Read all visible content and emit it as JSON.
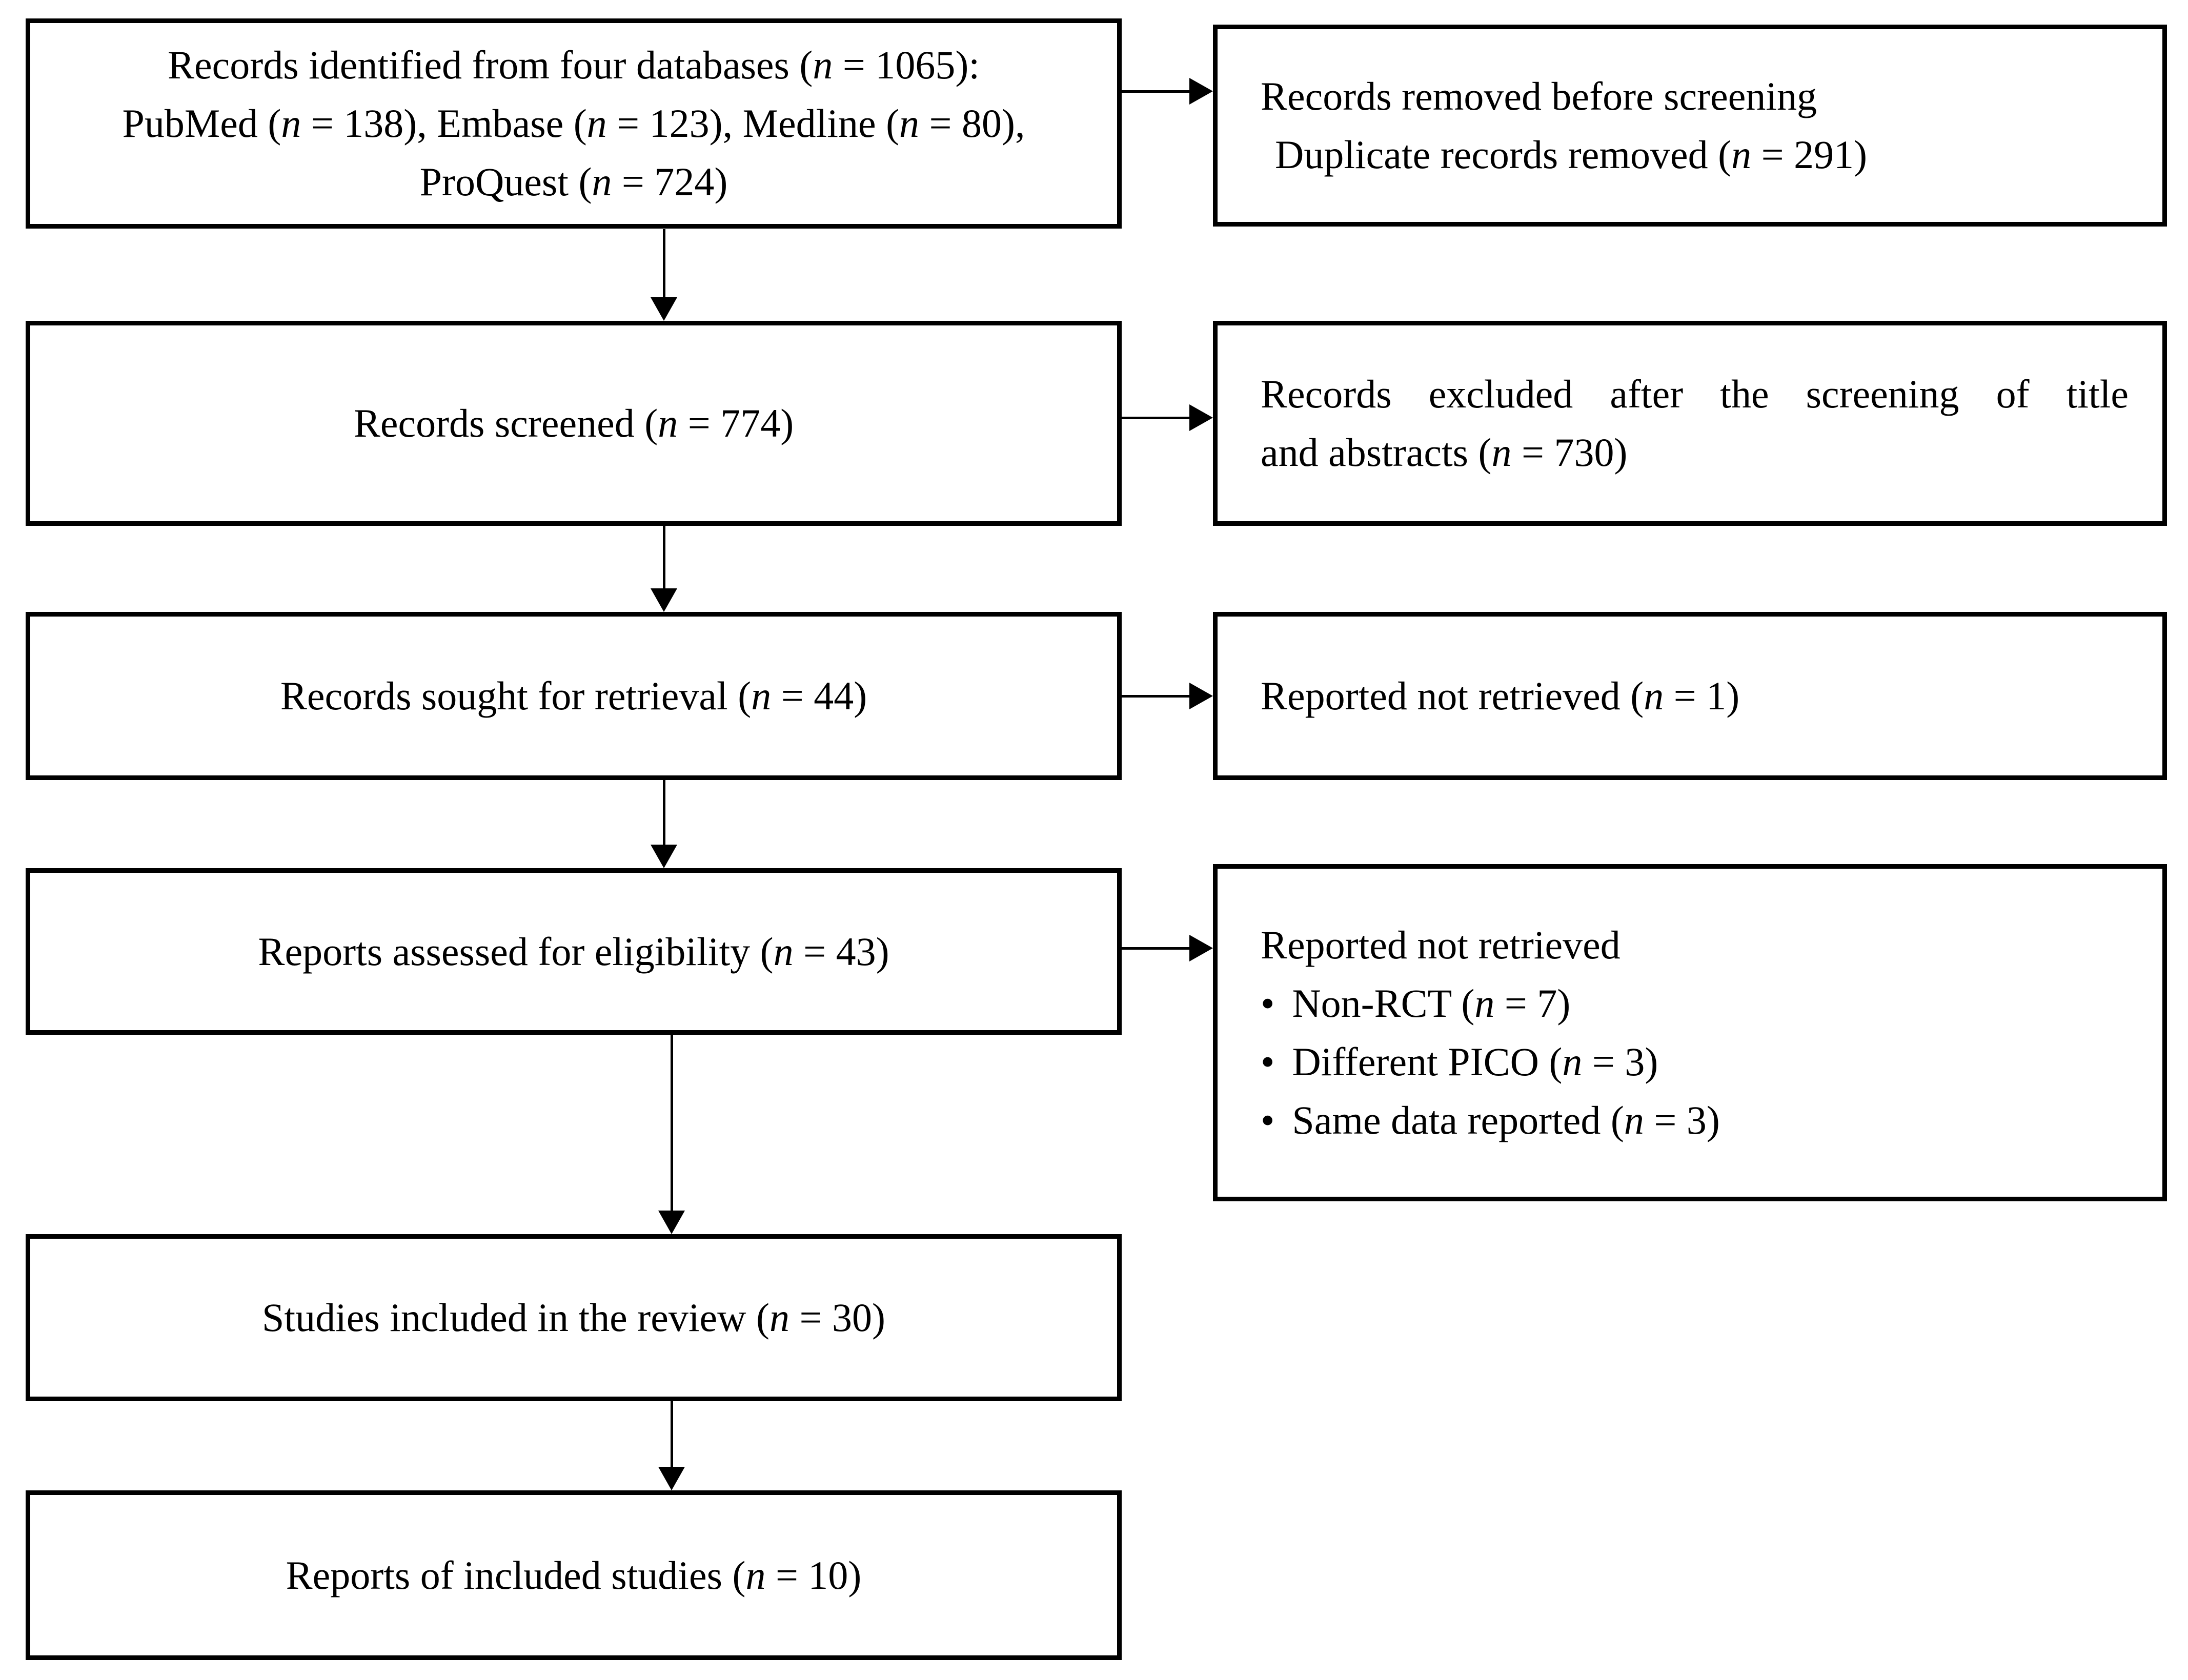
{
  "diagram": {
    "boxes": {
      "identified": {
        "line1": "Records identified from four databases (n = 1065):",
        "line2": "PubMed (n = 138), Embase (n = 123), Medline (n = 80),",
        "line3": "ProQuest (n = 724)"
      },
      "removed_before_screening": {
        "line1": "Records removed before screening",
        "line2": "Duplicate records removed (n = 291)"
      },
      "screened": {
        "label": "Records screened (n = 774)"
      },
      "excluded_title_abstract": {
        "line1": "Records excluded after the screening of title",
        "line2": "and abstracts (n = 730)"
      },
      "sought_retrieval": {
        "label": "Records sought for retrieval (n = 44)"
      },
      "not_retrieved": {
        "label": "Reported not retrieved (n = 1)"
      },
      "assessed_eligibility": {
        "label": "Reports assessed for eligibility (n = 43)"
      },
      "excluded_reasons": {
        "heading": "Reported not retrieved",
        "items": [
          "Non-RCT (n = 7)",
          "Different PICO (n = 3)",
          "Same data reported (n = 3)"
        ]
      },
      "included_review": {
        "label": "Studies included in the review (n = 30)"
      },
      "reports_included": {
        "label": "Reports of included studies (n = 10)"
      }
    }
  }
}
